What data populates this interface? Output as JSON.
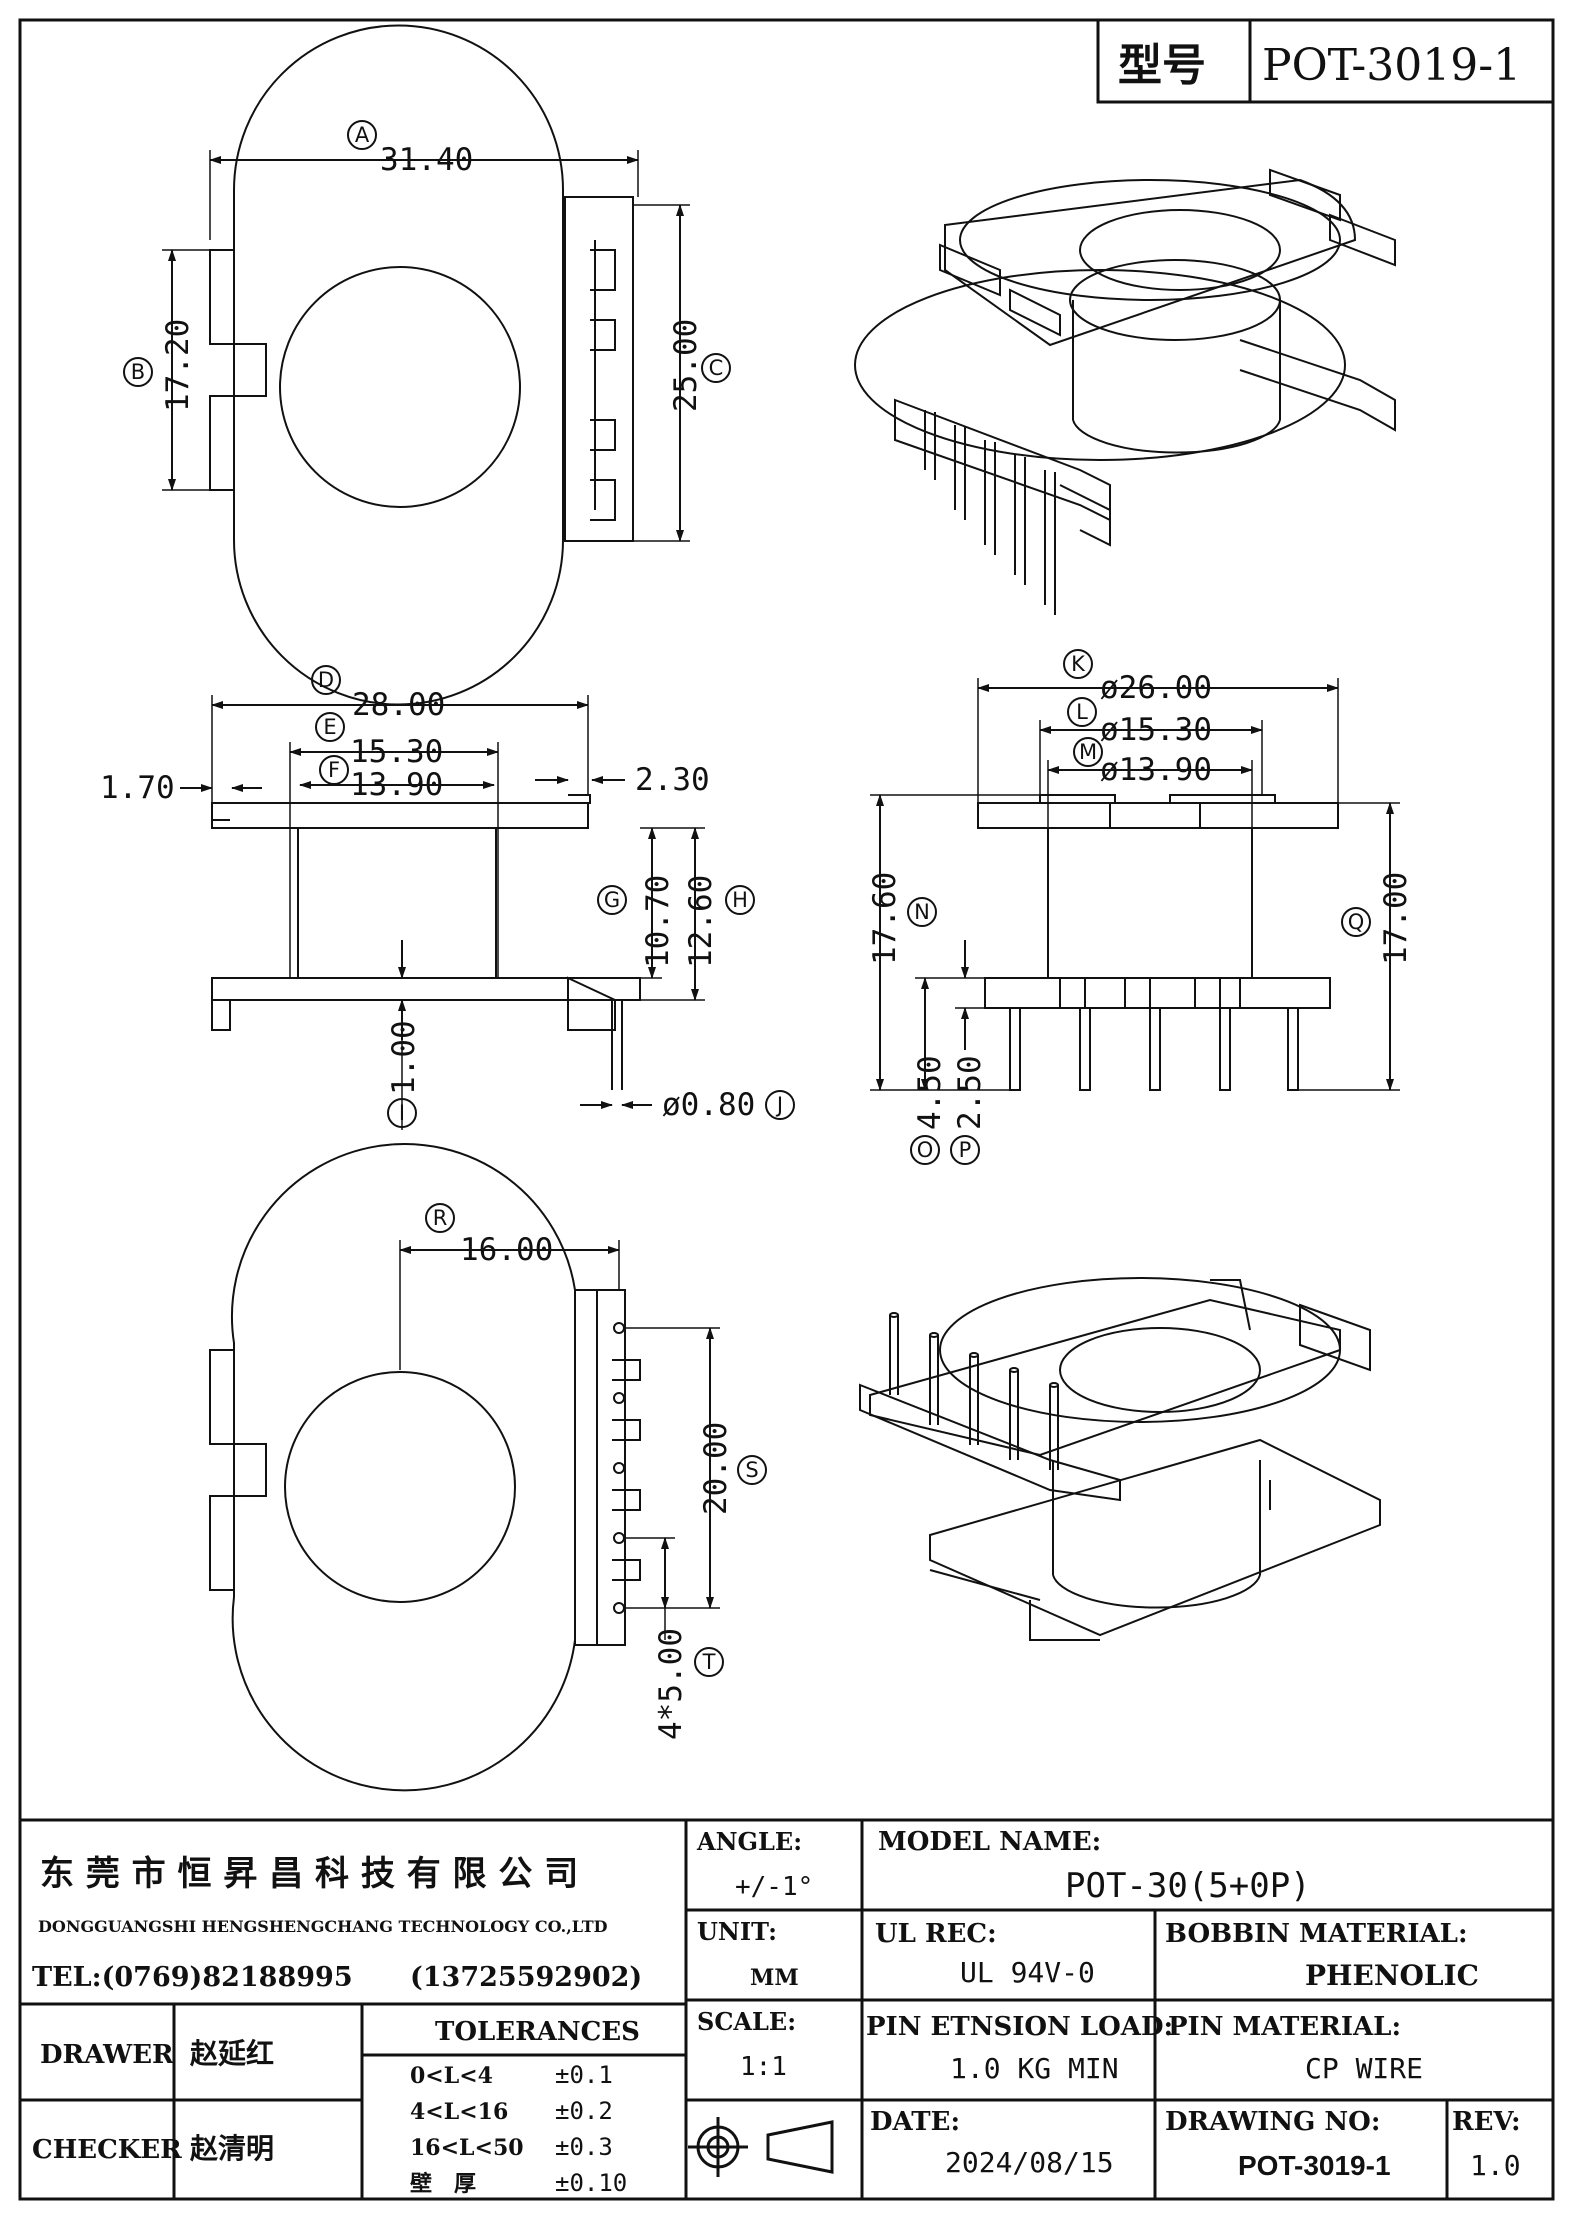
{
  "header": {
    "model_label": "型号",
    "model_value": "POT-3019-1"
  },
  "views": {
    "top": {
      "A": {
        "letter": "A",
        "value": "31.40"
      },
      "B": {
        "letter": "B",
        "value": "17.20"
      },
      "C": {
        "letter": "C",
        "value": "25.00"
      }
    },
    "front": {
      "D": {
        "letter": "D",
        "value": "28.00"
      },
      "E": {
        "letter": "E",
        "value": "15.30"
      },
      "F": {
        "letter": "F",
        "value": "13.90"
      },
      "left": "1.70",
      "right": "2.30",
      "G": {
        "letter": "G",
        "value": "10.70"
      },
      "H": {
        "letter": "H",
        "value": "12.60"
      },
      "I": {
        "letter": "I",
        "value": "1.00"
      },
      "J": {
        "letter": "J",
        "value": "ø0.80"
      }
    },
    "side": {
      "K": {
        "letter": "K",
        "value": "ø26.00"
      },
      "L": {
        "letter": "L",
        "value": "ø15.30"
      },
      "M": {
        "letter": "M",
        "value": "ø13.90"
      },
      "N": {
        "letter": "N",
        "value": "17.60"
      },
      "Q": {
        "letter": "Q",
        "value": "17.00"
      },
      "O": {
        "letter": "O",
        "value": "4.50"
      },
      "P": {
        "letter": "P",
        "value": "2.50"
      }
    },
    "bottom": {
      "R": {
        "letter": "R",
        "value": "16.00"
      },
      "S": {
        "letter": "S",
        "value": "20.00"
      },
      "T": {
        "letter": "T",
        "value": "4*5.00"
      }
    }
  },
  "title_block": {
    "company_cn": "东 莞 市 恒 昇 昌 科 技 有 限 公 司",
    "company_en": "DONGGUANGSHI HENGSHENGCHANG TECHNOLOGY CO.,LTD",
    "tel": "TEL:(0769)82188995",
    "mobile": "(13725592902)",
    "angle_label": "ANGLE:",
    "angle_value": "+/-1°",
    "unit_label": "UNIT:",
    "unit_value": "MM",
    "scale_label": "SCALE:",
    "scale_value": "1:1",
    "model_name_label": "MODEL NAME:",
    "model_name_value": "POT-30(5+0P)",
    "ul_rec_label": "UL REC:",
    "ul_rec_value": "UL 94V-0",
    "bobbin_material_label": "BOBBIN MATERIAL:",
    "bobbin_material_value": "PHENOLIC",
    "pin_load_label": "PIN ETNSION LOAD:",
    "pin_load_value": "1.0 KG MIN",
    "pin_material_label": "PIN MATERIAL:",
    "pin_material_value": "CP WIRE",
    "date_label": "DATE:",
    "date_value": "2024/08/15",
    "drawing_no_label": "DRAWING NO:",
    "drawing_no_value": "POT-3019-1",
    "rev_label": "REV:",
    "rev_value": "1.0",
    "drawer_label": "DRAWER",
    "drawer_name": "赵延红",
    "checker_label": "CHECKER",
    "checker_name": "赵清明",
    "tolerances_label": "TOLERANCES",
    "tolerances": [
      {
        "range": "0<L<4",
        "value": "±0.1"
      },
      {
        "range": "4<L<16",
        "value": "±0.2"
      },
      {
        "range": "16<L<50",
        "value": "±0.3"
      },
      {
        "range": "壁　厚",
        "value": "±0.10"
      }
    ]
  },
  "icons": [
    "first-angle-projection-icon",
    "circled-letter-icon"
  ]
}
